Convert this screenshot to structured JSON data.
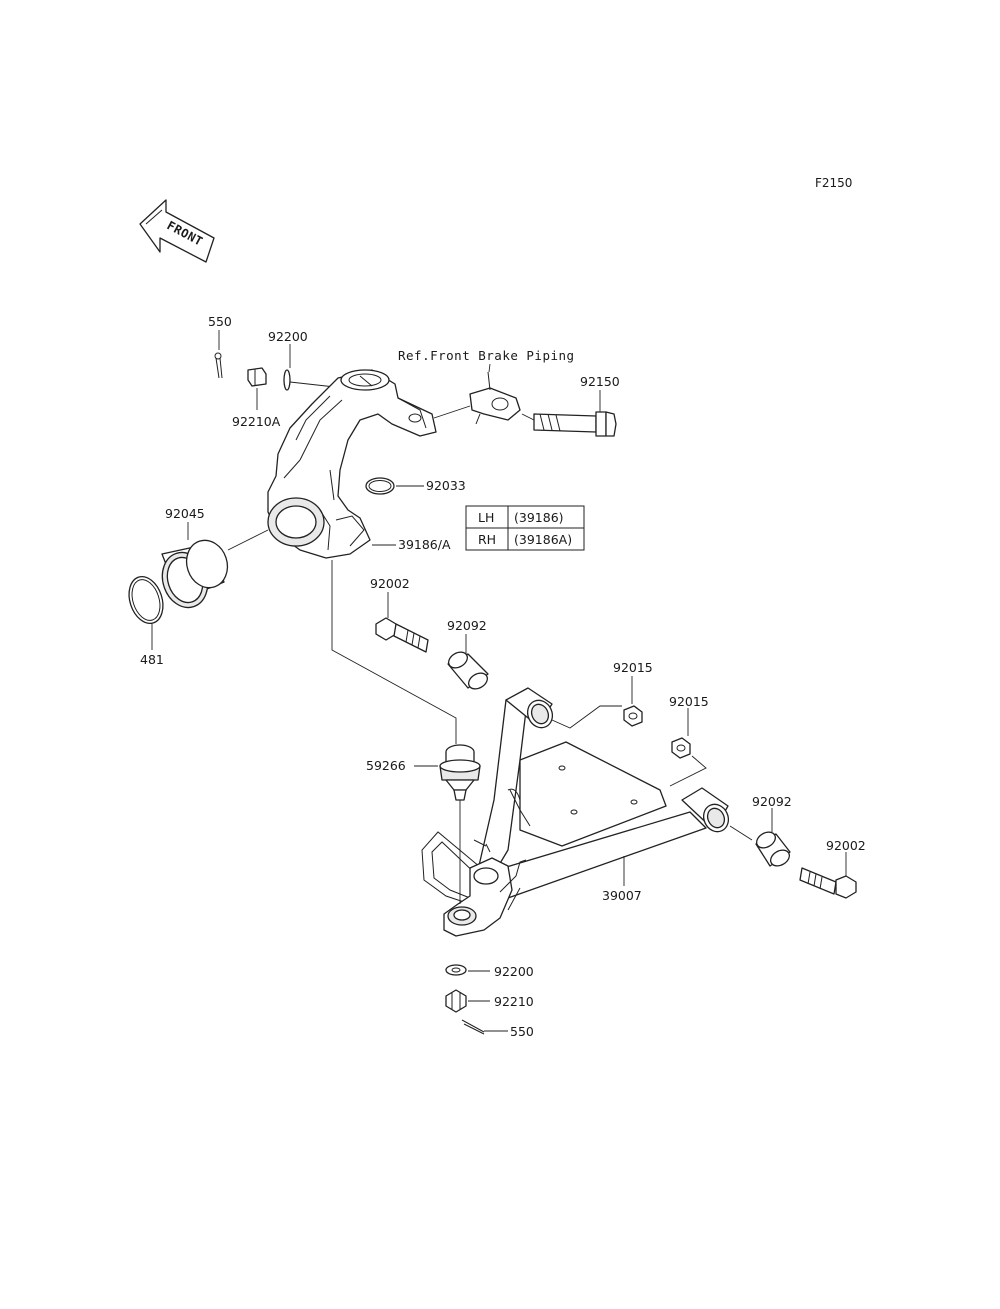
{
  "diagram_code": "F2150",
  "front_arrow_text": "FRONT",
  "ref_note": "Ref.Front Brake Piping",
  "labels": {
    "cotter_pin_top": "550",
    "washer_top": "92200",
    "nut_top": "92210A",
    "bolt_knuckle": "92150",
    "circlip_92033": "92033",
    "bearing": "92045",
    "snap_ring": "481",
    "knuckle": "39186/A",
    "bolt_left": "92002",
    "collar_left": "92092",
    "nut_92015_a": "92015",
    "nut_92015_b": "92015",
    "ball_joint": "59266",
    "collar_right": "92092",
    "bolt_right": "92002",
    "arm": "39007",
    "washer_bottom": "92200",
    "nut_bottom": "92210",
    "cotter_pin_bottom": "550"
  },
  "side_table": {
    "rows": [
      {
        "side": "LH",
        "part": "(39186)"
      },
      {
        "side": "RH",
        "part": "(39186A)"
      }
    ]
  }
}
